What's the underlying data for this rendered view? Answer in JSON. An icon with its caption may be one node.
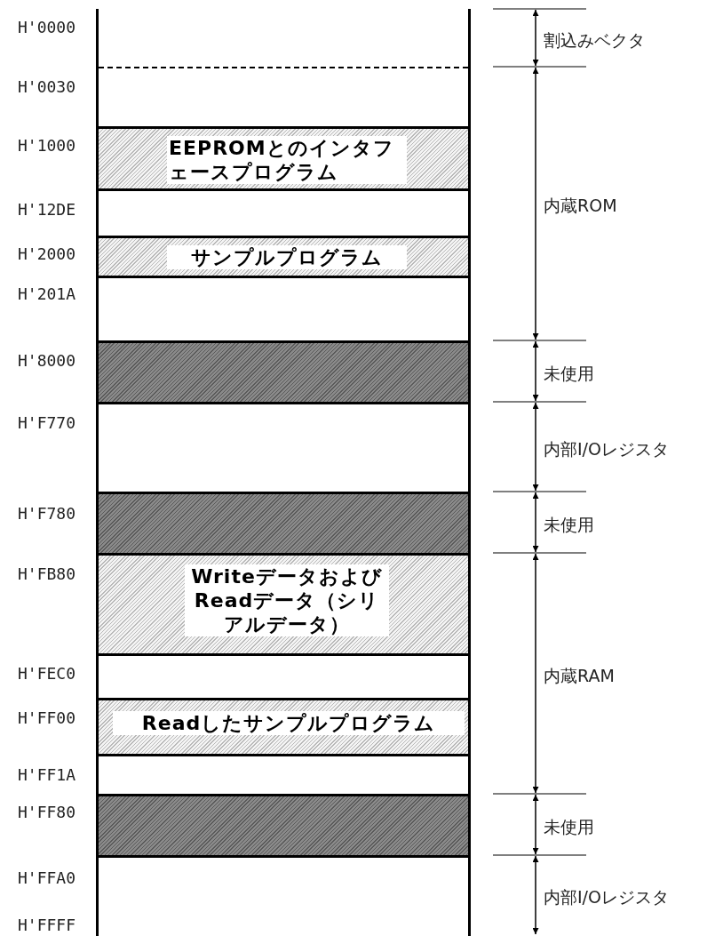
{
  "diagram": {
    "nodes": [
      {
        "text": [],
        "shape": "box"
      },
      {
        "text": [],
        "shape": "box"
      },
      {
        "text": [
          "EEPROMとのインタフェースプログラム"
        ]
      },
      {
        "text": [],
        "shape": "box"
      },
      {
        "text": [
          "サンプルプログラム"
        ]
      },
      {
        "text": [],
        "shape": "box"
      },
      {
        "text": [],
        "shape": "box"
      },
      {
        "text": [],
        "shape": "box"
      },
      {
        "text": [],
        "shape": "box"
      },
      {
        "text": [
          "WriteデータおよびReadデータ（シリアルデータ）"
        ]
      },
      {
        "text": [],
        "shape": "box"
      },
      {
        "text": [
          "Readしたサンプルプログラム"
        ]
      },
      {
        "text": [],
        "shape": "box"
      },
      {
        "text": [],
        "shape": "box"
      },
      {
        "text": [],
        "shape": "box"
      }
    ],
    "labels": [
      "H'0000",
      "H'0030",
      "H'1000",
      "H'12DE",
      "H'2000",
      "H'201A",
      "H'8000",
      "H'F770",
      "H'F780",
      "H'FB80",
      "H'FEC0",
      "H'FF00",
      "H'FF1A",
      "H'FF80",
      "H'FFA0",
      "H'FFFF",
      "割込みベクタ",
      "内蔵ROM",
      "未使用",
      "内部I/Oレジスタ",
      "未使用",
      "内蔵RAM",
      "未使用",
      "内部I/Oレジスタ"
    ]
  }
}
